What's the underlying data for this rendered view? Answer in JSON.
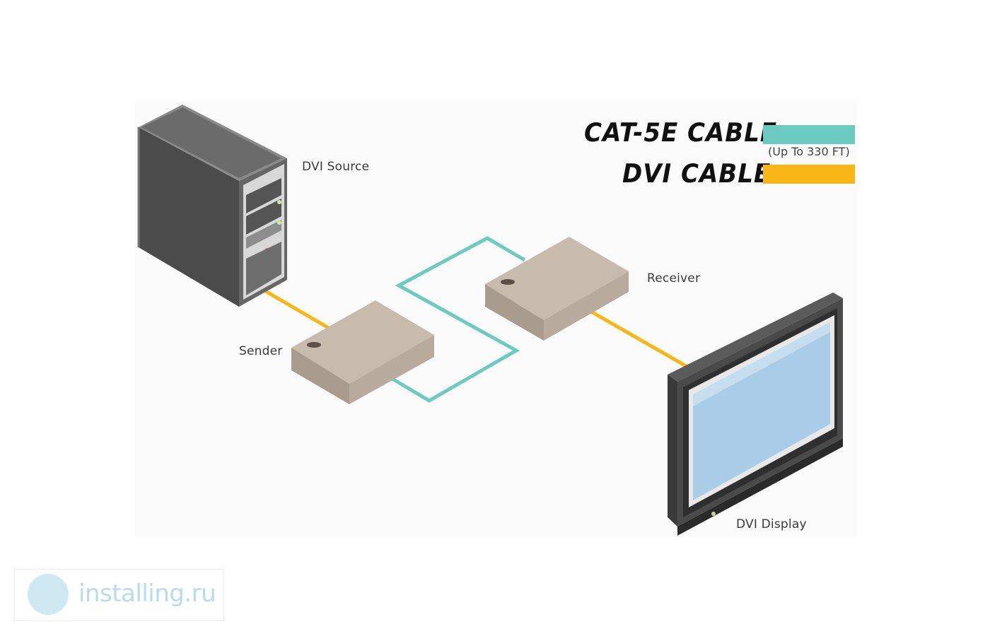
{
  "colors": {
    "cat5e_cable": "#6ccbc0",
    "dvi_cable": "#f9b616",
    "device_box": "#b8aa9c",
    "tower": "#555555",
    "screen": "#a9cde6"
  },
  "legend": {
    "cat5e": {
      "label": "CAT-5E CABLE",
      "note": "(Up To 330 FT)"
    },
    "dvi": {
      "label": "DVI CABLE"
    }
  },
  "nodes": {
    "source": {
      "label": "DVI Source",
      "icon": "computer-tower-icon"
    },
    "sender": {
      "label": "Sender",
      "icon": "extender-box-icon"
    },
    "receiver": {
      "label": "Receiver",
      "icon": "extender-box-icon"
    },
    "display": {
      "label": "DVI Display",
      "icon": "flat-panel-display-icon"
    }
  },
  "watermark": {
    "text": "installing.ru",
    "icon": "installing-logo-icon"
  }
}
